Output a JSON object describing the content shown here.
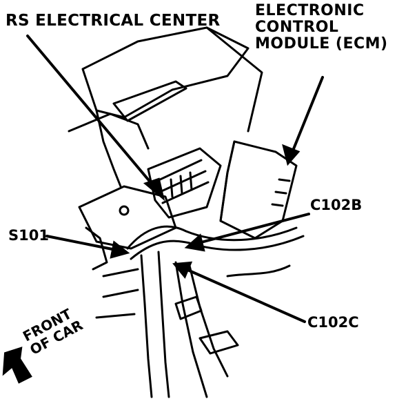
{
  "labels": {
    "rs_center": "RS ELECTRICAL CENTER",
    "ecm_line1": "ELECTRONIC",
    "ecm_line2": "CONTROL",
    "ecm_line3": "MODULE (ECM)",
    "s101": "S101",
    "c102b": "C102B",
    "c102c": "C102C",
    "front_line1": "FRONT",
    "front_line2": "OF CAR"
  },
  "colors": {
    "ink": "#000000",
    "paper": "#ffffff"
  }
}
